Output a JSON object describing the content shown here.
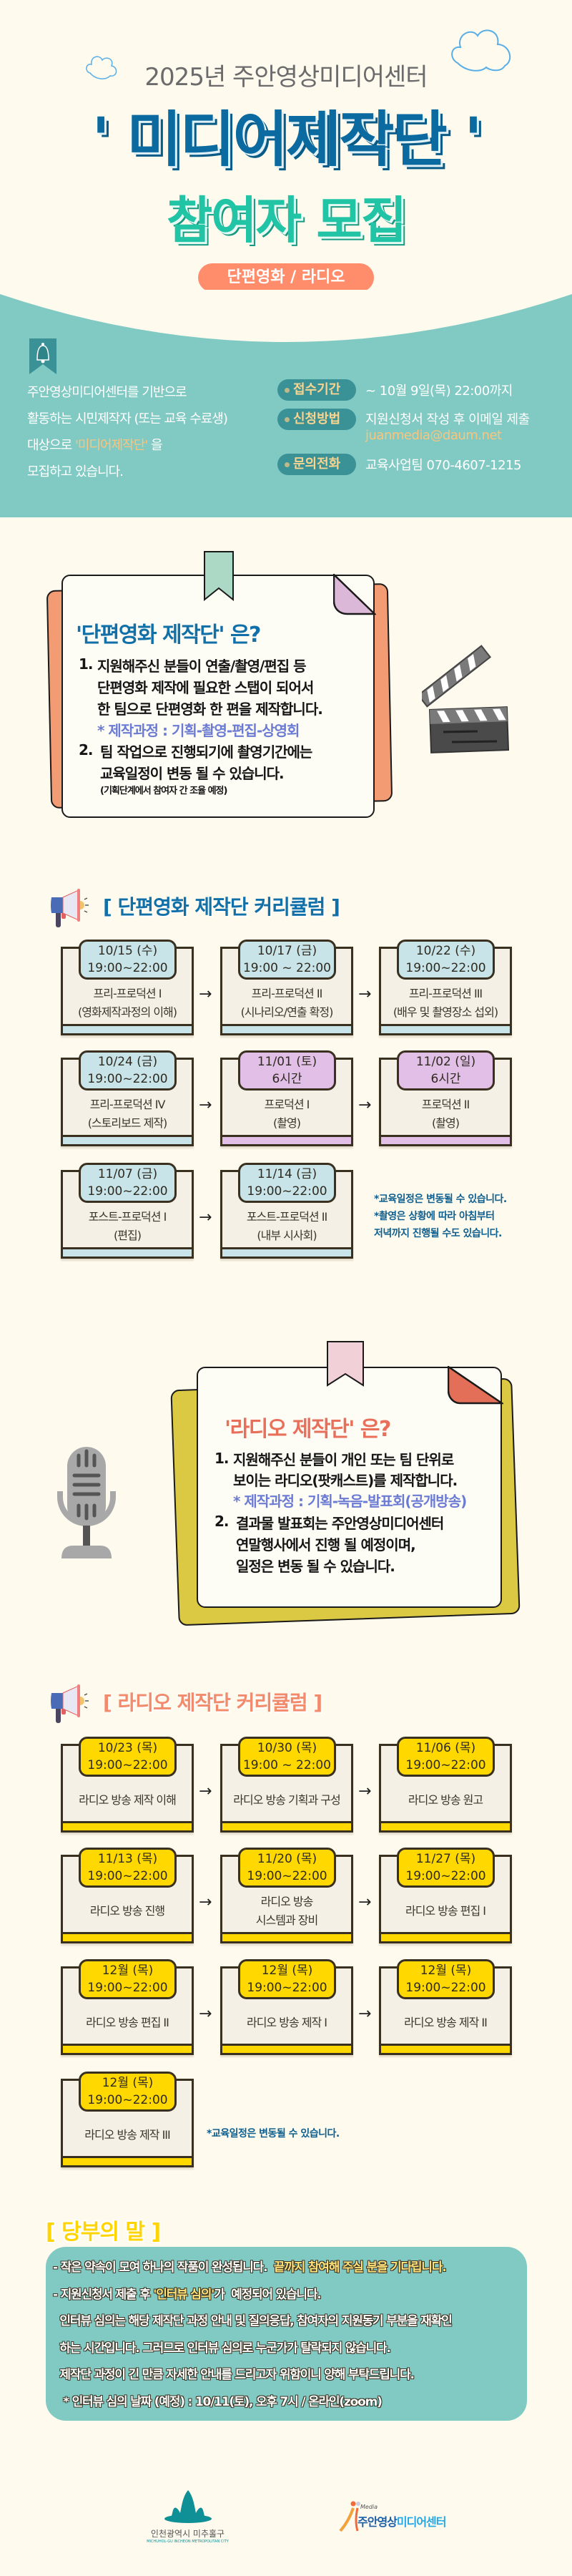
{
  "header": {
    "subtitle": "2025년 주안영상미디어센터",
    "title": "' 미디어제작단 '",
    "title2": "참여자 모집",
    "category_pill": "단편영화 / 라디오"
  },
  "info": {
    "intro_lines": [
      "주안영상미디어센터를 기반으로",
      "활동하는 시민제작자 (또는 교육 수료생)"
    ],
    "intro_line3_pre": "대상으로 ",
    "intro_line3_hl": "'미디어제작단'",
    "intro_line3_post": " 을",
    "intro_line4": "모집하고 있습니다.",
    "period_label": "접수기간",
    "period_value": "~ 10월 9일(목) 22:00까지",
    "method_label": "신청방법",
    "method_value": "지원신청서 작성 후 이메일 제출",
    "email": "juanmedia@daum.net",
    "contact_label": "문의전화",
    "contact_value": "교육사업팀  070-4607-1215"
  },
  "film_intro": {
    "heading": "'단편영화 제작단' 은?",
    "item1_num": "1.",
    "item1_lines": [
      "지원해주신 분들이 연출/촬영/편집 등",
      "단편영화 제작에 필요한 스탭이 되어서",
      "한 팀으로 단편영화 한 편을 제작합니다."
    ],
    "process": "* 제작과정 : 기획-촬영-편집-상영회",
    "item2_num": "2.",
    "item2_lines": [
      "팀 작업으로 진행되기에 촬영기간에는",
      "교육일정이 변동 될 수 있습니다."
    ],
    "item2_note": "(기획단계에서 참여자 간 조율 예정)"
  },
  "film_curriculum": {
    "title": "[ 단편영화 제작단 커리큘럼 ]",
    "arrow": "→",
    "cards": [
      {
        "date": "10/15 (수)\n19:00~22:00",
        "desc": "프리-프로덕션 I\n(영화제작과정의 이해)",
        "tab_color": "#c8e4e8"
      },
      {
        "date": "10/17 (금)\n19:00 ~ 22:00",
        "desc": "프리-프로덕션 II\n(시나리오/연출 확정)",
        "tab_color": "#c8e4e8"
      },
      {
        "date": "10/22 (수)\n19:00~22:00",
        "desc": "프리-프로덕션 III\n(배우 및 촬영장소 섭외)",
        "tab_color": "#c8e4e8"
      },
      {
        "date": "10/24 (금)\n19:00~22:00",
        "desc": "프리-프로덕션 IV\n(스토리보드 제작)",
        "tab_color": "#c8e4e8"
      },
      {
        "date": "11/01 (토)\n6시간",
        "desc": "프로덕션 I\n(촬영)",
        "tab_color": "#e2bfe6"
      },
      {
        "date": "11/02 (일)\n6시간",
        "desc": "프로덕션 II\n(촬영)",
        "tab_color": "#e2bfe6"
      },
      {
        "date": "11/07 (금)\n19:00~22:00",
        "desc": "포스트-프로덕션 I\n(편집)",
        "tab_color": "#c8e4e8"
      },
      {
        "date": "11/14 (금)\n19:00~22:00",
        "desc": "포스트-프로덕션 II\n(내부 시사회)",
        "tab_color": "#c8e4e8"
      }
    ],
    "notes": "*교육일정은 변동될 수 있습니다.\n*촬영은 상황에 따라 아침부터\n  저녁까지 진행될 수도 있습니다."
  },
  "radio_intro": {
    "heading": "'라디오 제작단' 은?",
    "item1_num": "1.",
    "item1_lines": [
      "지원해주신 분들이 개인 또는 팀 단위로",
      "보이는 라디오(팟캐스트)를 제작합니다."
    ],
    "process": "* 제작과정 : 기획-녹음-발표회(공개방송)",
    "item2_num": "2.",
    "item2_lines": [
      "결과물 발표회는 주안영상미디어센터",
      "연말행사에서 진행 될 예정이며,",
      "일정은 변동 될 수 있습니다."
    ]
  },
  "radio_curriculum": {
    "title": "[ 라디오 제작단 커리큘럼 ]",
    "arrow": "→",
    "cards": [
      {
        "date": "10/23 (목)\n19:00~22:00",
        "desc": "라디오 방송 제작 이해"
      },
      {
        "date": "10/30 (목)\n19:00 ~ 22:00",
        "desc": "라디오 방송 기획과 구성"
      },
      {
        "date": "11/06 (목)\n19:00~22:00",
        "desc": "라디오 방송 원고"
      },
      {
        "date": "11/13 (목)\n19:00~22:00",
        "desc": "라디오 방송 진행"
      },
      {
        "date": "11/20 (목)\n19:00~22:00",
        "desc": "라디오 방송\n시스템과 장비"
      },
      {
        "date": "11/27 (목)\n19:00~22:00",
        "desc": "라디오 방송 편집 I"
      },
      {
        "date": "12월 (목)\n19:00~22:00",
        "desc": "라디오 방송 편집 II"
      },
      {
        "date": "12월 (목)\n19:00~22:00",
        "desc": "라디오 방송 제작 I"
      },
      {
        "date": "12월 (목)\n19:00~22:00",
        "desc": "라디오 방송 제작 II"
      },
      {
        "date": "12월 (목)\n19:00~22:00",
        "desc": "라디오 방송 제작 III"
      }
    ],
    "notes": "*교육일정은 변동될 수 있습니다."
  },
  "closing": {
    "title": "[ 당부의 말 ]",
    "lines": [
      [
        {
          "text": "- 작은 약속이 모여 하나의 작품이 완성됩니다.  "
        },
        {
          "text": "끝까지 참여해 주실 분을 기다립니다.",
          "hl": true
        }
      ],
      [
        {
          "text": "- 지원신청서 제출 후 "
        },
        {
          "text": "'인터뷰 심의'",
          "hl": true
        },
        {
          "text": "가  예정되어 있습니다."
        }
      ],
      [
        {
          "text": "  인터뷰 심의는 해당 제작단 과정 안내 및 질의응답, 참여자의 지원동기 부분을 재확인"
        }
      ],
      [
        {
          "text": "  하는 시간입니다. 그러므로 인터뷰 심의로 누군가가 탈락되지 않습니다."
        }
      ],
      [
        {
          "text": "  제작단 과정이 긴 만큼 자세한 안내를 드리고자 위함이니 양해 부탁드립니다."
        }
      ],
      [
        {
          "text": "   * 인터뷰 심의 날짜 (예정) : 10/11(토), 오후 7시 / 온라인(zoom)"
        }
      ]
    ]
  },
  "footer": {
    "logo1_text": "인천광역시 미추홀구",
    "logo1_sub": "MICHUHOL-GU INCHEON METROPOLITAN CITY",
    "logo2_small": "Media",
    "logo2_text_a": "주안영상",
    "logo2_text_b": "미디어센터"
  },
  "colors": {
    "background": "#fefaee",
    "teal": "#81cac3",
    "blue": "#0b6aa0",
    "green": "#22c4a6",
    "salmon": "#ff8c6b",
    "yellow": "#ffd800"
  }
}
